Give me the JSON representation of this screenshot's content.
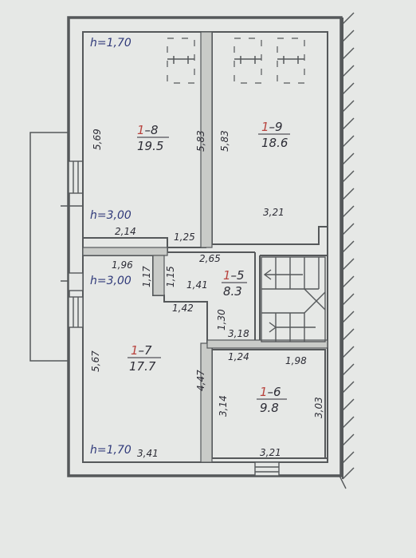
{
  "colors": {
    "paper": "#e6e8e6",
    "ink": "#2d2d36",
    "red": "#b8433e",
    "blue": "#303a7a",
    "wall": "#55585a"
  },
  "heights": {
    "top_left": "h=1,70",
    "mid_left": "h=3,00",
    "mid_left2": "h=3,00",
    "bottom_left": "h=1,70"
  },
  "rooms": {
    "r18": {
      "prefix": "1",
      "suffix": "–8",
      "area": "19.5"
    },
    "r19": {
      "prefix": "1",
      "suffix": "–9",
      "area": "18.6"
    },
    "r15": {
      "prefix": "1",
      "suffix": "–5",
      "area": "8.3"
    },
    "r17": {
      "prefix": "1",
      "suffix": "–7",
      "area": "17.7"
    },
    "r16": {
      "prefix": "1",
      "suffix": "–6",
      "area": "9.8"
    }
  },
  "dims": {
    "d569": "5,69",
    "d583a": "5,83",
    "d583b": "5,83",
    "d214": "2,14",
    "d125": "1,25",
    "d321a": "3,21",
    "d265": "2,65",
    "d196": "1,96",
    "d117": "1,17",
    "d115": "1,15",
    "d141": "1,41",
    "d142": "1,42",
    "d130": "1,30",
    "d318": "3,18",
    "d124": "1,24",
    "d198": "1,98",
    "d567": "5,67",
    "d447": "4,47",
    "d314": "3,14",
    "d303": "3,03",
    "d341": "3,41",
    "d321b": "3,21"
  }
}
